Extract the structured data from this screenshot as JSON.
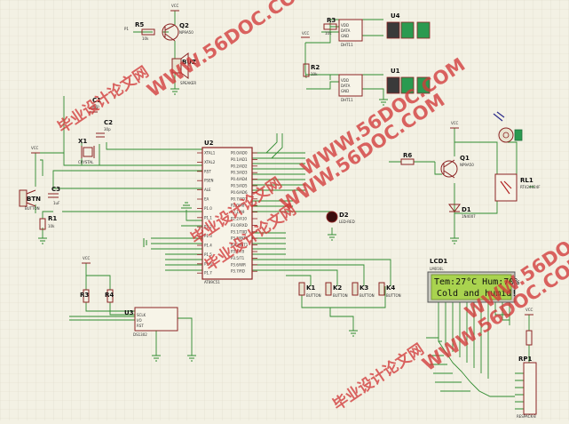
{
  "power": {
    "vcc": "VCC"
  },
  "q2": {
    "res_ref": "R5",
    "res_sub": "10k",
    "ref": "Q2",
    "part": "NP9A50",
    "net_in": "P1"
  },
  "buzzer": {
    "ref": "BUZ",
    "part": "SPEAKER",
    "net": "P1"
  },
  "u4": {
    "ref": "U4",
    "pins": [
      "VDD",
      "DATA",
      "GND"
    ],
    "part": "DHT11"
  },
  "u1": {
    "ref": "U1",
    "pins": [
      "VDD",
      "DATA",
      "GND"
    ],
    "part": "DHT11"
  },
  "r3": {
    "ref": "R3",
    "sub": "10k"
  },
  "r2": {
    "ref": "R2",
    "sub": "10k"
  },
  "crystal": {
    "ref": "X1",
    "part": "CRYSTAL",
    "c1": "C1",
    "c2": "C2",
    "cap_sub": "30p"
  },
  "reset": {
    "btn": "BTN",
    "c3": "C3",
    "c3_sub": "1uF",
    "r1": "R1",
    "r1_sub": "10k",
    "btn_sub": "BUTTON"
  },
  "u2": {
    "ref": "U2",
    "part": "AT89C51",
    "left_pins": [
      "XTAL1",
      "XTAL2",
      "RST",
      "PSEN",
      "ALE",
      "EA",
      "P1.0",
      "P1.1",
      "P1.2",
      "P1.3",
      "P1.4",
      "P1.5",
      "P1.6",
      "P1.7"
    ],
    "right_pins": [
      "P0.0/AD0",
      "P0.1/AD1",
      "P0.2/AD2",
      "P0.3/AD3",
      "P0.4/AD4",
      "P0.5/AD5",
      "P0.6/AD6",
      "P0.7/AD7",
      "P2.0/A8",
      "P2.1/A9",
      "P2.2/A10",
      "P3.0/RXD",
      "P3.1/TXD",
      "P3.2/INT0",
      "P3.3/INT1",
      "P3.4/T0",
      "P3.5/T1",
      "P3.6/WR",
      "P3.7/RD"
    ]
  },
  "d2": {
    "ref": "D2",
    "part": "LED-RED"
  },
  "relay": {
    "q1": "Q1",
    "q1_part": "NP9A50",
    "r6": "R6",
    "d1": "D1",
    "d1_part": "1N4007",
    "rl1": "RL1",
    "rl1_part": "RT424024F"
  },
  "keys": [
    {
      "ref": "K1",
      "sub": "BUTTON"
    },
    {
      "ref": "K2",
      "sub": "BUTTON"
    },
    {
      "ref": "K3",
      "sub": "BUTTON"
    },
    {
      "ref": "K4",
      "sub": "BUTTON"
    }
  ],
  "rtc": {
    "ref": "U3",
    "part": "DS1302",
    "r3": "R3",
    "r4": "R4",
    "pins": [
      "SCLK",
      "I/O",
      "RST"
    ]
  },
  "lcd": {
    "ref": "LCD1",
    "part": "LM016L",
    "line1": "Tem:27°C Hum:70%",
    "line2": "Cold and humid!"
  },
  "rp1": {
    "ref": "RP1",
    "part": "RESPACK-8"
  },
  "watermarks": [
    "毕业设计论文网",
    "WWW.56DOC.COM"
  ],
  "colors": {
    "wire": "#2e8a2e",
    "part": "#8b2323",
    "grid": "#ddd9c8",
    "lcd": "#a9d34f",
    "watermark": "#d23a3a"
  }
}
